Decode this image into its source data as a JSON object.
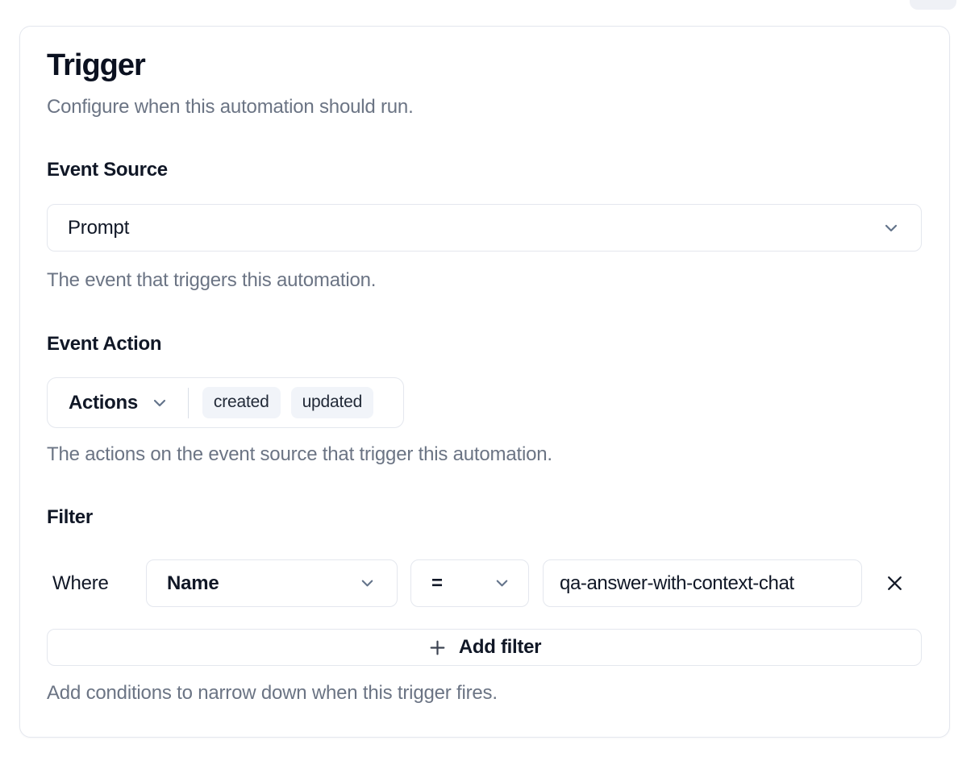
{
  "panel": {
    "title": "Trigger",
    "subtitle": "Configure when this automation should run."
  },
  "event_source": {
    "label": "Event Source",
    "selected": "Prompt",
    "help": "The event that triggers this automation."
  },
  "event_action": {
    "label": "Event Action",
    "dropdown_label": "Actions",
    "selected_actions": [
      "created",
      "updated"
    ],
    "help": "The actions on the event source that trigger this automation."
  },
  "filter": {
    "label": "Filter",
    "where_label": "Where",
    "field": "Name",
    "operator": "=",
    "value": "qa-answer-with-context-chat",
    "add_button_label": "Add filter",
    "help": "Add conditions to narrow down when this trigger fires."
  },
  "icons": {
    "dropdown": "chevron-down",
    "remove": "x",
    "add": "plus"
  },
  "colors": {
    "text_dark": "#101726",
    "text_muted": "#6b7484",
    "border": "#e4e7ee",
    "chip_bg": "#f1f4f9",
    "chevron": "#64748b"
  }
}
